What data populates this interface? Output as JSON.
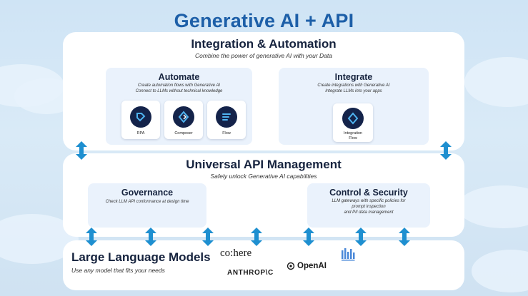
{
  "title": "Generative AI + API",
  "integration_layer": {
    "title": "Integration & Automation",
    "subtitle": "Combine the power of generative AI with your Data",
    "automate": {
      "title": "Automate",
      "desc_line1": "Create automation flows with Generative AI",
      "desc_line2": "Connect to LLMs without technical knowledge",
      "tiles": [
        {
          "label": "RPA",
          "icon": "rpa-icon"
        },
        {
          "label": "Composer",
          "icon": "composer-icon"
        },
        {
          "label": "Flow",
          "icon": "flow-icon"
        }
      ]
    },
    "integrate": {
      "title": "Integrate",
      "desc_line1": "Create integrations with Generative AI",
      "desc_line2": "Integrate LLMs into your apps",
      "tile": {
        "label_line1": "Integration",
        "label_line2": "Flow",
        "icon": "integration-flow-icon"
      }
    }
  },
  "api_layer": {
    "title": "Universal API Management",
    "subtitle": "Safely unlock Generative AI capabilities",
    "governance": {
      "title": "Governance",
      "desc": "Check LLM API conformance at design time"
    },
    "control": {
      "title": "Control & Security",
      "desc_line1": "LLM gateways with specific policies for",
      "desc_line2": "prompt inspection",
      "desc_line3": "and PII data management"
    }
  },
  "llm_layer": {
    "title": "Large Language Models",
    "subtitle": "Use any model that fits your needs",
    "brands": {
      "cohere": "co:here",
      "anthropic": "ANTHROP\\C",
      "openai": "OpenAI"
    }
  },
  "colors": {
    "title_blue": "#1d5fa8",
    "arrow_blue": "#1e8fd0",
    "dark_navy": "#16233e",
    "card_bg": "#eaf2fc"
  }
}
